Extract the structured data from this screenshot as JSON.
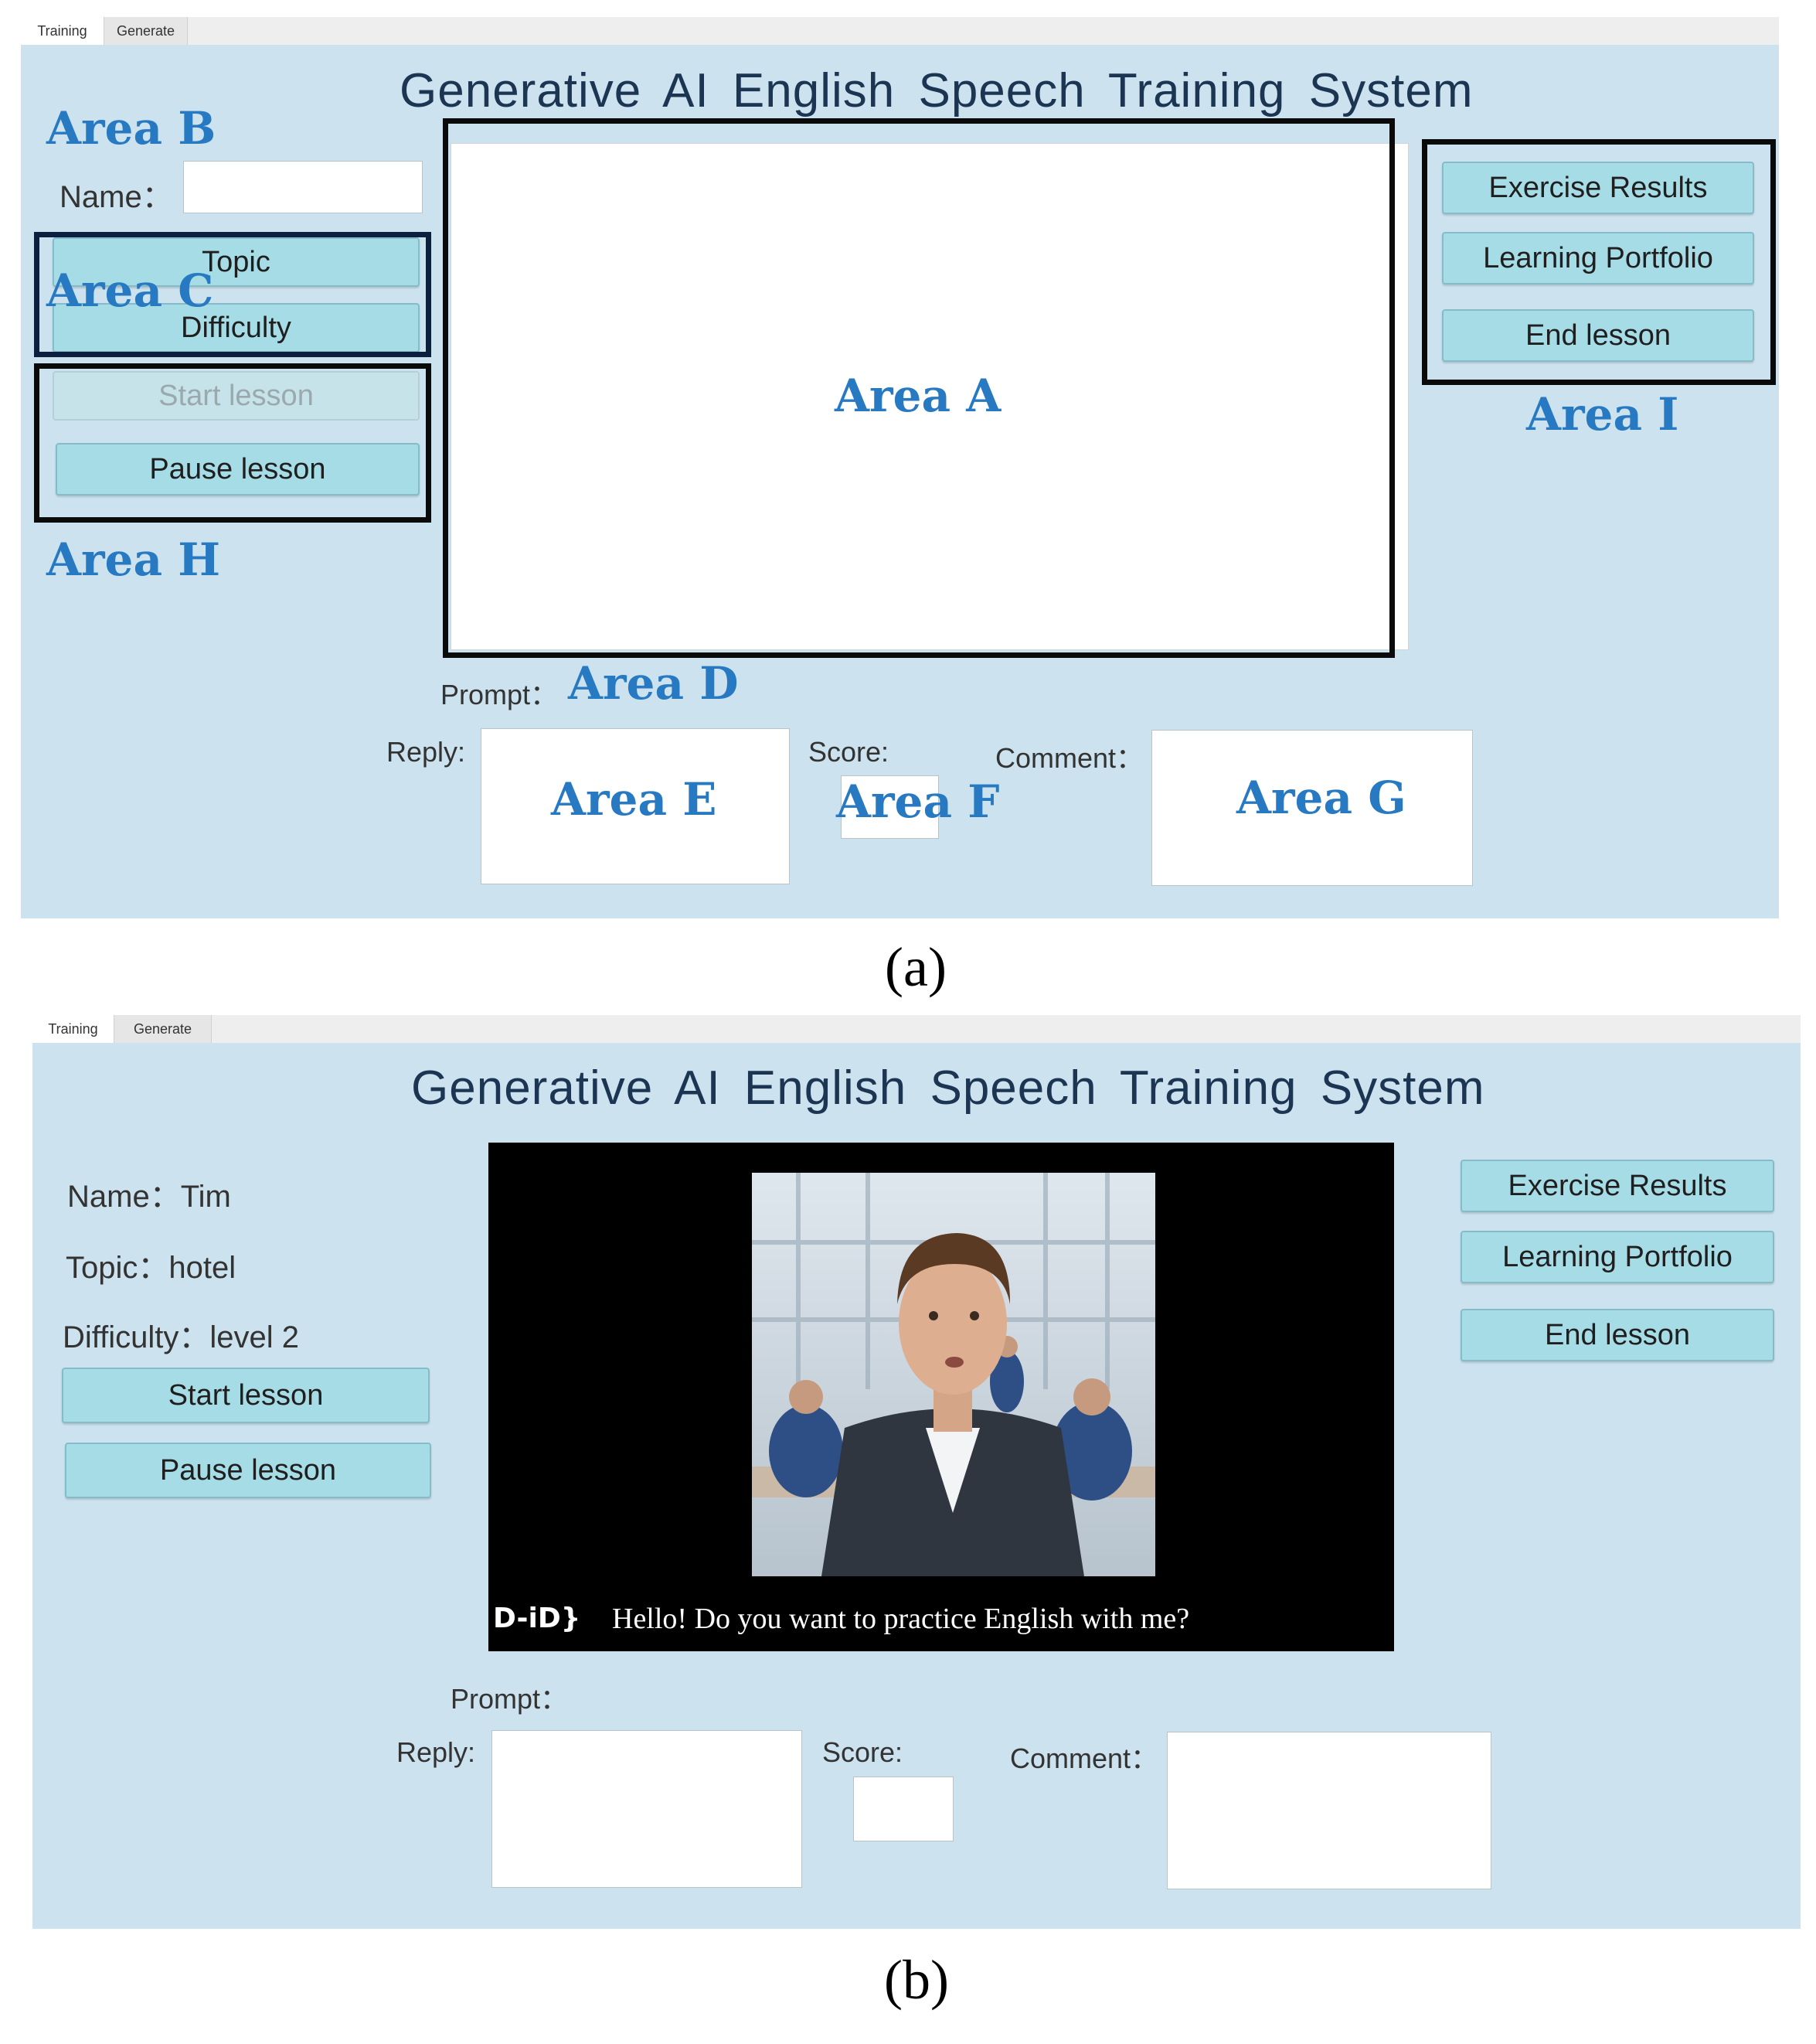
{
  "tabs": [
    {
      "label": "Training",
      "active": true
    },
    {
      "label": "Generate",
      "active": false
    }
  ],
  "app_title": "Generative  AI  English  Speech  Training  System",
  "panel_a": {
    "name_label": "Name：",
    "topic_button": "Topic",
    "difficulty_button": "Difficulty",
    "start_button": "Start lesson",
    "pause_button": "Pause lesson",
    "exercise_results_button": "Exercise Results",
    "learning_portfolio_button": "Learning Portfolio",
    "end_lesson_button": "End lesson",
    "prompt_label": "Prompt：",
    "reply_label": "Reply:",
    "score_label": "Score:",
    "comment_label": "Comment：",
    "areas": {
      "a": "Area A",
      "b": "Area B",
      "c": "Area C",
      "d": "Area D",
      "e": "Area E",
      "f": "Area F",
      "g": "Area G",
      "h": "Area H",
      "i": "Area I"
    },
    "caption": "(a)"
  },
  "panel_b": {
    "name_text": "Name：Tim",
    "topic_text": "Topic：hotel",
    "difficulty_text": "Difficulty：level 2",
    "start_button": "Start lesson",
    "pause_button": "Pause lesson",
    "exercise_results_button": "Exercise Results",
    "learning_portfolio_button": "Learning Portfolio",
    "end_lesson_button": "End lesson",
    "video_subtitle": "Hello! Do you want to practice English with me?",
    "video_logo": "D-iD}",
    "prompt_label": "Prompt：",
    "reply_label": "Reply:",
    "score_label": "Score:",
    "comment_label": "Comment：",
    "caption": "(b)"
  },
  "colors": {
    "panel_bg": "#cce3ef",
    "button_bg": "#a6dce6",
    "area_label": "#2779c2",
    "title_text": "#1c3552"
  }
}
